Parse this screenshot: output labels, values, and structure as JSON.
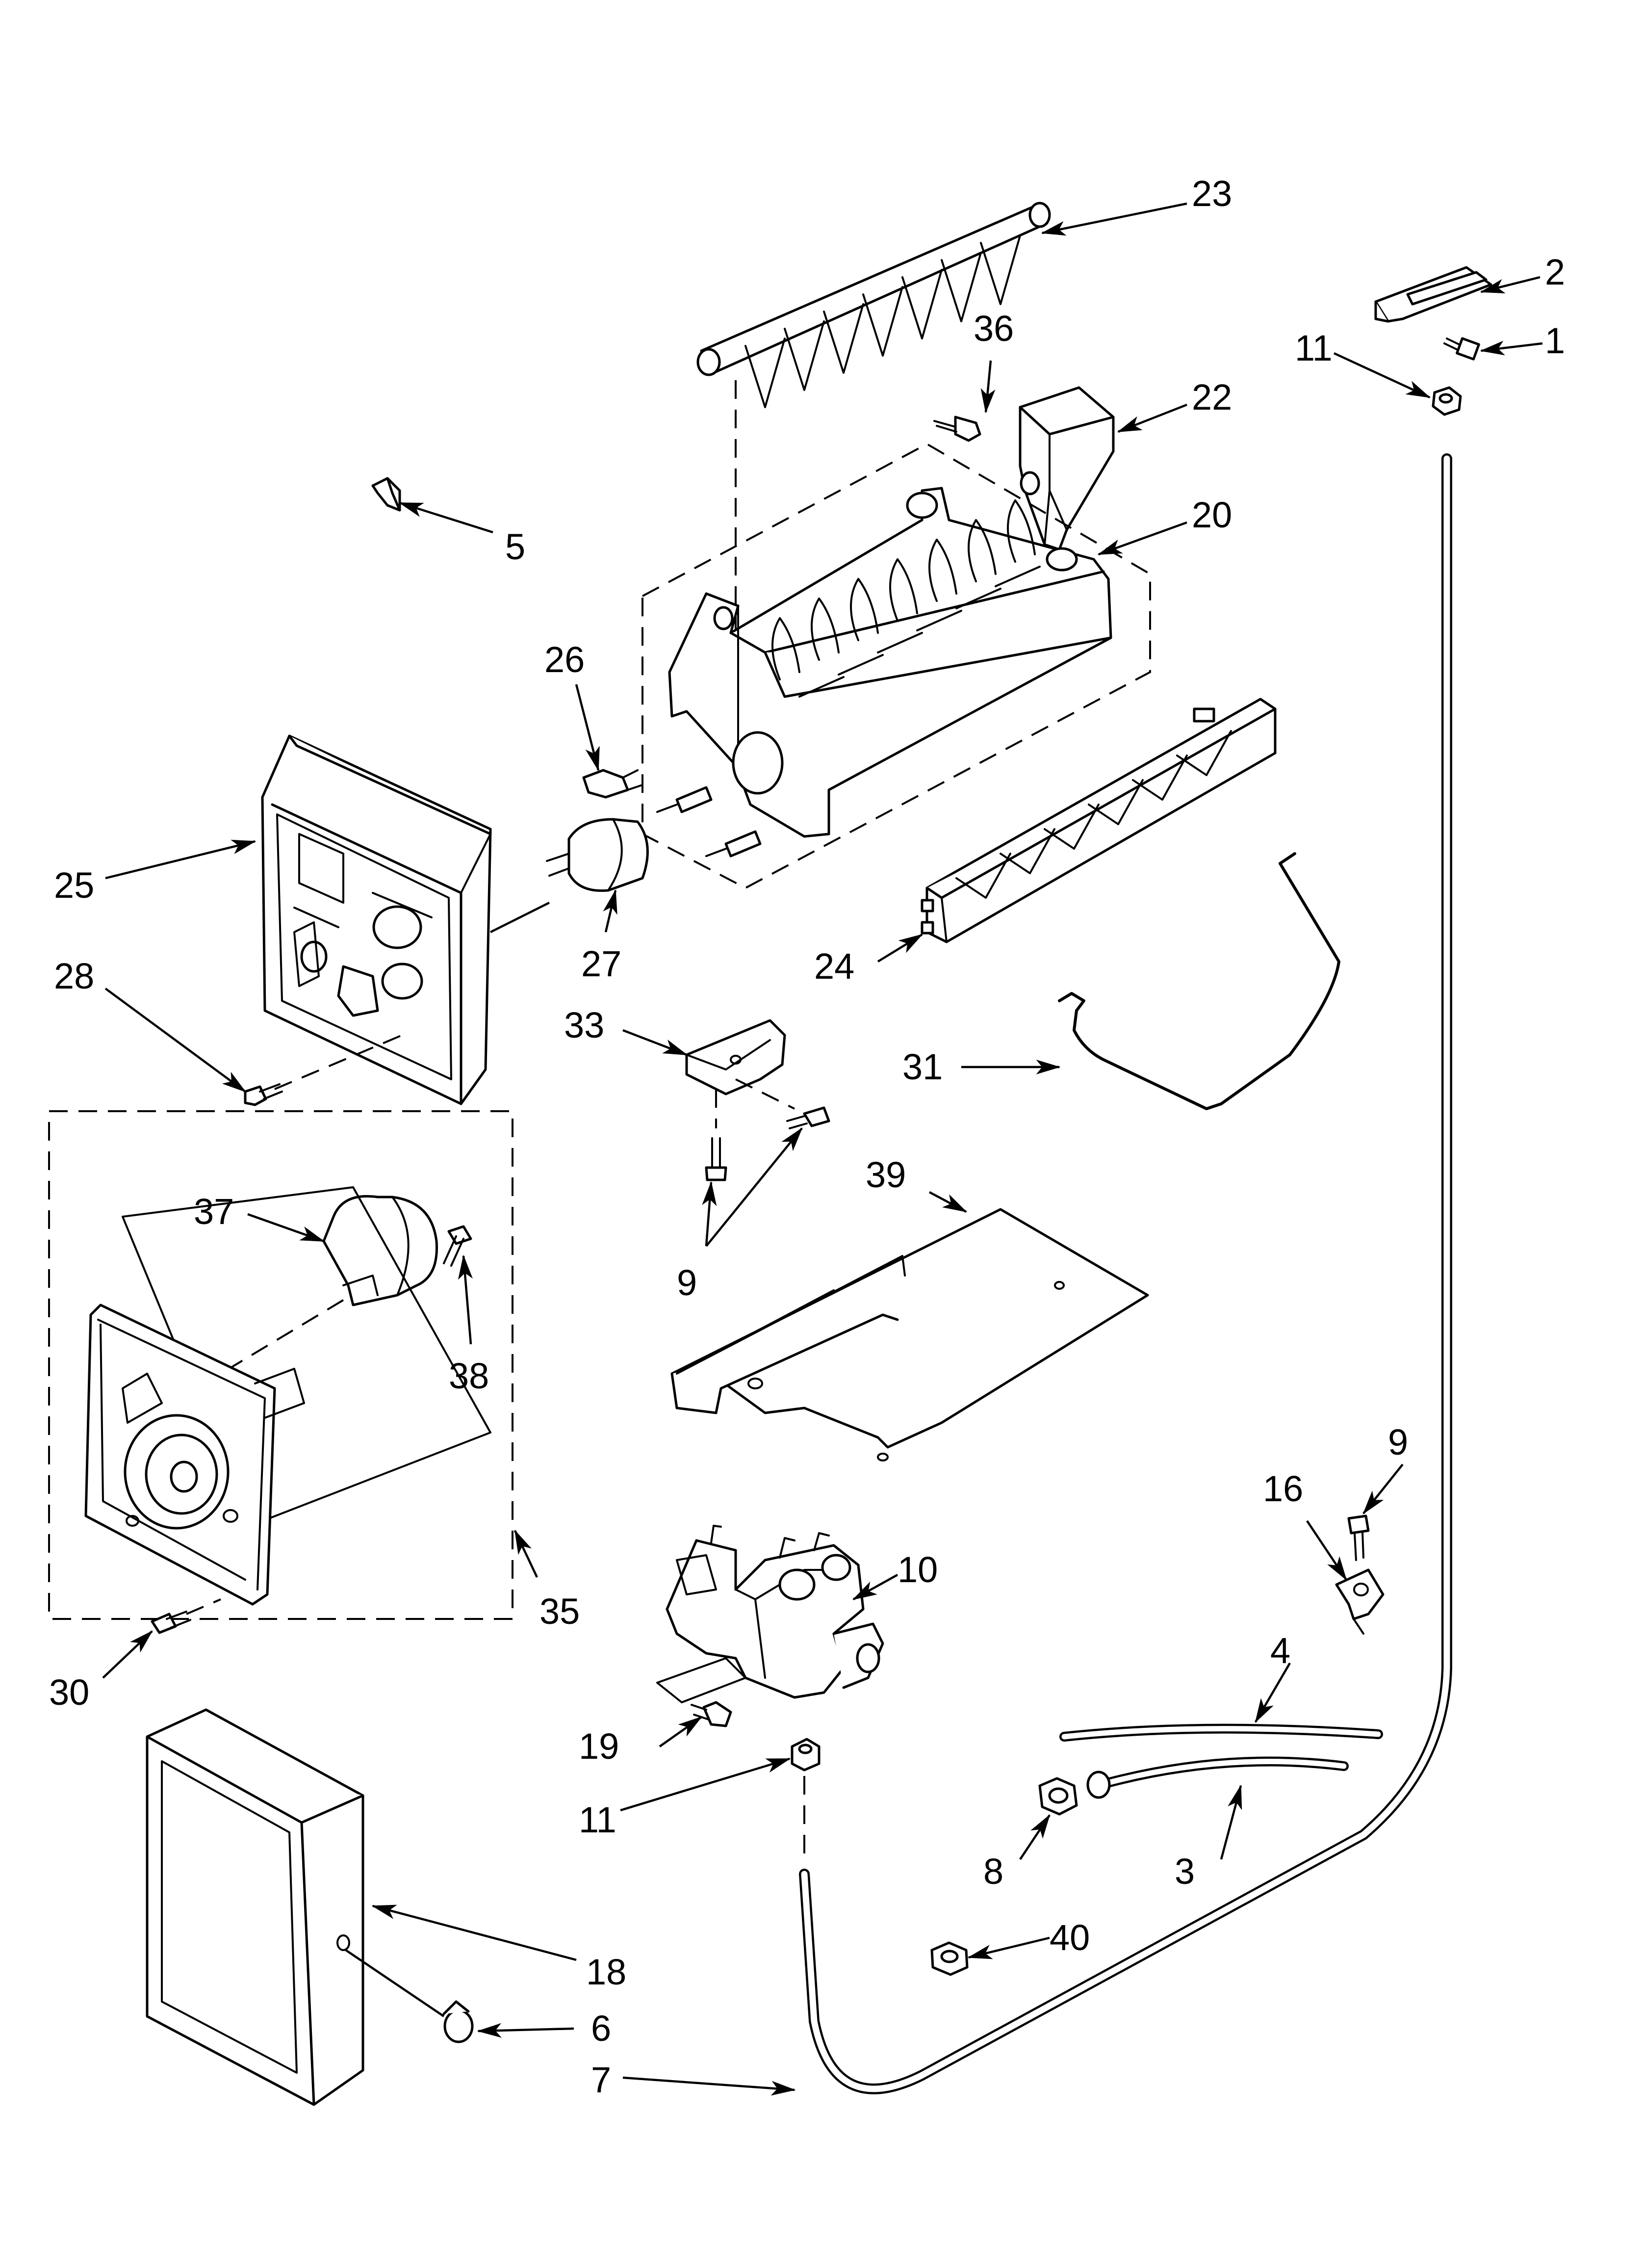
{
  "diagram": {
    "callouts": {
      "c1": "1",
      "c2": "2",
      "c3": "3",
      "c4": "4",
      "c5": "5",
      "c6": "6",
      "c7": "7",
      "c8": "8",
      "c9a": "9",
      "c9b": "9",
      "c10": "10",
      "c11a": "11",
      "c11b": "11",
      "c16": "16",
      "c18": "18",
      "c19": "19",
      "c20": "20",
      "c22": "22",
      "c23": "23",
      "c24": "24",
      "c25": "25",
      "c26": "26",
      "c27": "27",
      "c28": "28",
      "c30": "30",
      "c31": "31",
      "c33": "33",
      "c35": "35",
      "c36": "36",
      "c37": "37",
      "c38": "38",
      "c39": "39",
      "c40": "40"
    }
  }
}
